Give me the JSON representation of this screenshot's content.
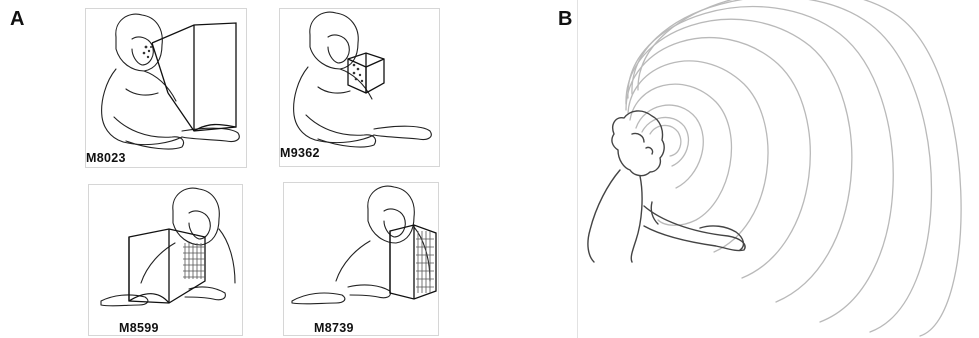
{
  "panels": {
    "a": {
      "letter": "A"
    },
    "b": {
      "letter": "B"
    }
  },
  "monkeys": [
    {
      "id": "M8023"
    },
    {
      "id": "M9362"
    },
    {
      "id": "M8599"
    },
    {
      "id": "M8739"
    }
  ]
}
